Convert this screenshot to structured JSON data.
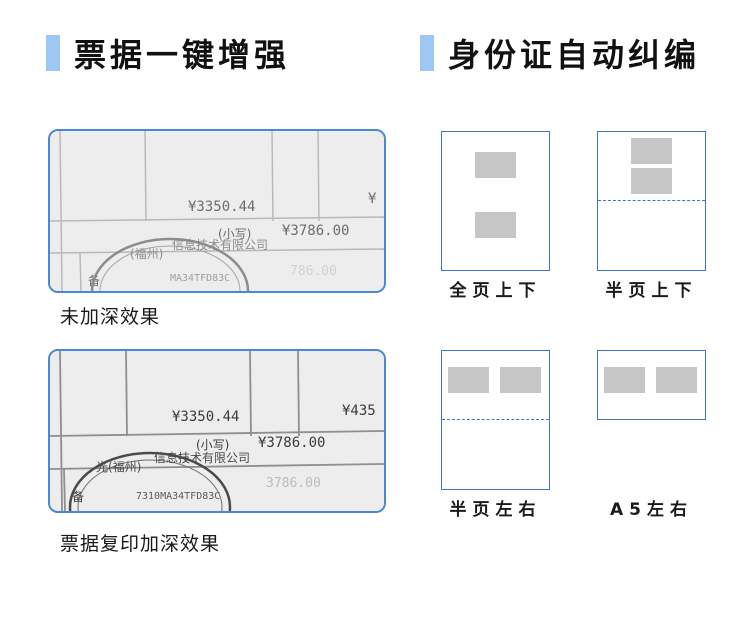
{
  "left_section": {
    "title": "票据一键增强",
    "photo1": {
      "amount1": "¥3350.44",
      "amount2": "¥3786.00",
      "small_write": "(小写)",
      "stamp_text": "信息技术有限公司",
      "stamp_prefix": "(福州)",
      "partial": "¥",
      "ghost": "786.00",
      "note_char": "备",
      "stamp_code": "MA34TFD83C"
    },
    "caption1": "未加深效果",
    "photo2": {
      "amount1": "¥3350.44",
      "amount2": "¥3786.00",
      "small_write": "(小写)",
      "stamp_text": "信息技术有限公司",
      "stamp_prefix": "光(福州)",
      "partial": "¥435",
      "ghost": "3786.00",
      "note_char": "备",
      "stamp_code": "7310MA34TFD83C"
    },
    "caption2": "票据复印加深效果"
  },
  "right_section": {
    "title": "身份证自动纠编",
    "layouts": [
      {
        "label": "全页上下"
      },
      {
        "label": "半页上下"
      },
      {
        "label": "半页左右"
      },
      {
        "label": "A5左右"
      }
    ]
  },
  "colors": {
    "accent_bar": "#9fc7f3",
    "frame_blue": "#4a87d8",
    "block_gray": "#c6c6c6"
  }
}
